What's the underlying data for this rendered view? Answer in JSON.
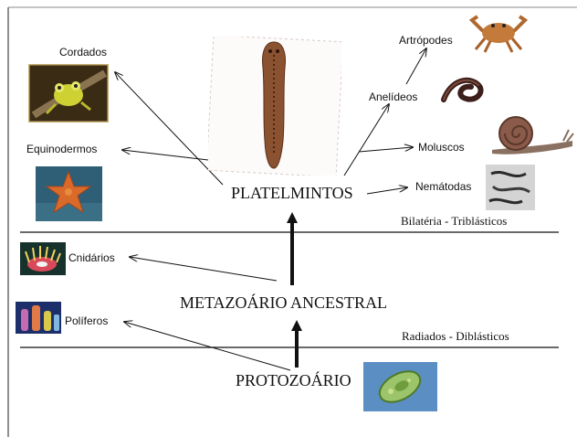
{
  "diagram": {
    "nodes": {
      "protozoario": "PROTOZOÁRIO",
      "metazoario": "METAZOÁRIO ANCESTRAL",
      "platelmintos": "PLATELMINTOS",
      "poliferos": "Políferos",
      "cnidarios": "Cnidários",
      "equinodermos": "Equinodermos",
      "cordados": "Cordados",
      "nematodas": "Nemátodas",
      "moluscos": "Moluscos",
      "anelideos": "Anelídeos",
      "artropodes": "Artrópodes"
    },
    "zones": {
      "radiados": "Radiados - Diblásticos",
      "bilateria": "Bilatéria - Triblásticos"
    },
    "images": {
      "protozoario": "paramecium-photo",
      "platelmintos": "flatworm-photo",
      "poliferos": "sponge-photo",
      "cnidarios": "sea-anemone-photo",
      "equinodermos": "starfish-photo",
      "cordados": "frog-photo",
      "nematodas": "roundworm-photo",
      "moluscos": "snail-photo",
      "anelideos": "earthworm-photo",
      "artropodes": "crab-photo"
    }
  }
}
